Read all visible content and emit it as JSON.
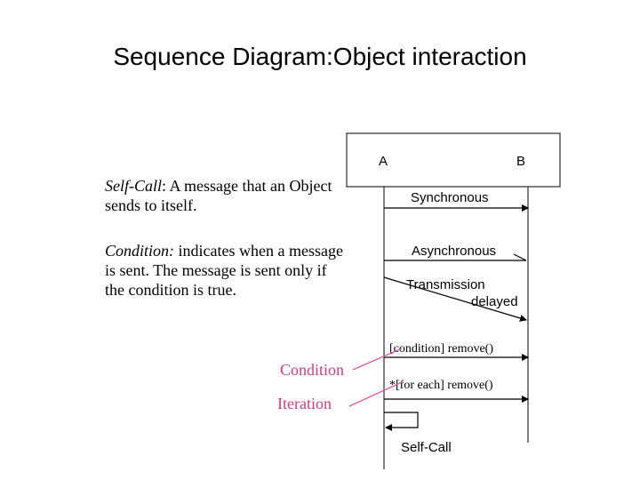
{
  "title": "Sequence Diagram:Object interaction",
  "descriptions": {
    "selfcall_term": "Self-Call",
    "selfcall_text": ": A message that an Object sends to itself.",
    "condition_term": "Condition:",
    "condition_text": " indicates when a message is sent. The message is sent only if the condition is true."
  },
  "callouts": {
    "condition": "Condition",
    "iteration": "Iteration",
    "color": "#c0408a"
  },
  "diagram": {
    "objects": [
      {
        "id": "A",
        "label": "A"
      },
      {
        "id": "B",
        "label": "B"
      }
    ],
    "messages": [
      {
        "id": "synchronous",
        "label": "Synchronous",
        "kind": "synchronous"
      },
      {
        "id": "asynchronous",
        "label": "Asynchronous",
        "kind": "asynchronous"
      },
      {
        "id": "delayed",
        "label_line1": "Transmission",
        "label_line2": "delayed",
        "kind": "delayed"
      },
      {
        "id": "condition",
        "label": "[condition]  remove()",
        "kind": "synchronous"
      },
      {
        "id": "iteration",
        "label": "*[for each] remove()",
        "kind": "synchronous"
      },
      {
        "id": "selfcall",
        "label": "Self-Call",
        "kind": "self"
      }
    ]
  }
}
